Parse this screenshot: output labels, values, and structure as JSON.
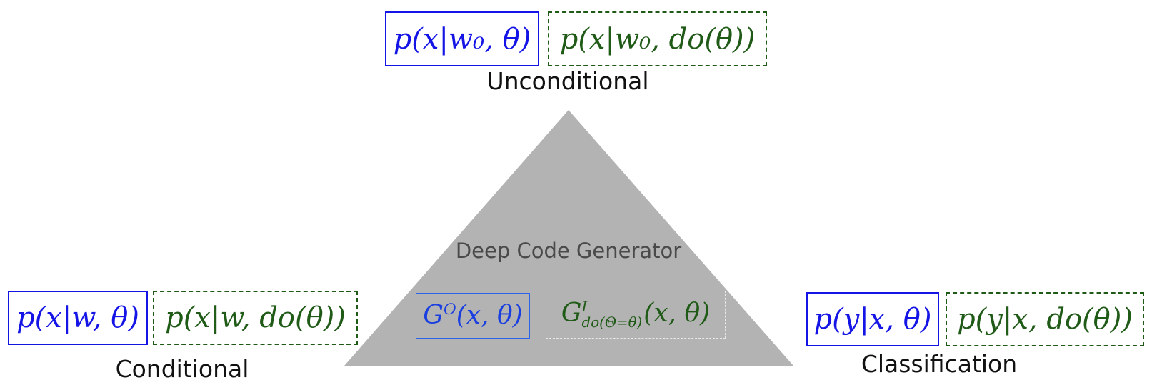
{
  "top": {
    "observational": "p(x|w₀, θ)",
    "interventional": "p(x|w₀, do(θ))",
    "caption": "Unconditional"
  },
  "left": {
    "observational": "p(x|w, θ)",
    "interventional": "p(x|w, do(θ))",
    "caption": "Conditional"
  },
  "right": {
    "observational": "p(y|x, θ)",
    "interventional": "p(y|x, do(θ))",
    "caption": "Classification"
  },
  "generator": {
    "label": "Deep Code Generator",
    "observational_base": "G",
    "observational_sup": "O",
    "observational_args": "(x, θ)",
    "interventional_base": "G",
    "interventional_sup": "I",
    "interventional_sub": "do(Θ=θ)",
    "interventional_args": "(x, θ)"
  },
  "colors": {
    "observational": "#1414e6",
    "interventional": "#1f5a16",
    "triangle": "#b3b3b3"
  }
}
